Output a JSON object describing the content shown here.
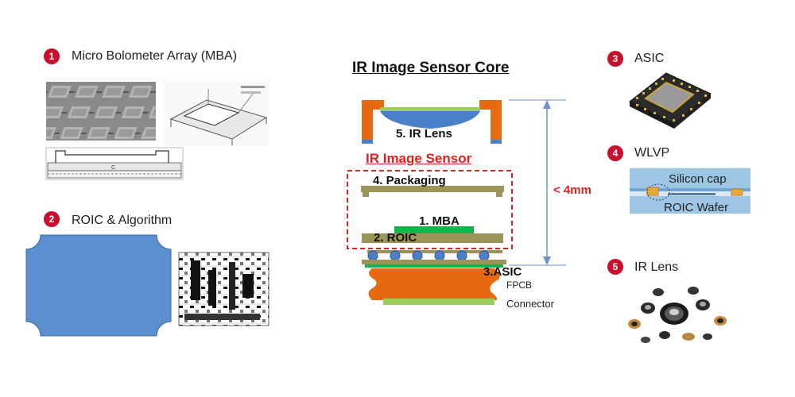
{
  "colors": {
    "badge_red": "#c8102e",
    "sensor_red": "#e0201e",
    "orange": "#e66a12",
    "lens_blue": "#4a80c8",
    "olive": "#9b9559",
    "mba_green": "#19b34a",
    "pad_light_green": "#9ccf5a",
    "dim_blue": "#6d93c9",
    "roic_square_blue": "#5b8fd0"
  },
  "left": {
    "mba": {
      "number": "1",
      "label": "Micro Bolometer Array (MBA)"
    },
    "roic": {
      "number": "2",
      "label": "ROIC & Algorithm"
    }
  },
  "center": {
    "title": "IR Image Sensor Core",
    "sensor_title": "IR Image Sensor",
    "lens_label": "5. IR Lens",
    "packaging_label": "4. Packaging",
    "mba_label": "1. MBA",
    "roic_label": "2. ROIC",
    "asic_label": "3.ASIC",
    "fpcb_label": "FPCB",
    "connector_label": "Connector",
    "height_label": "< 4mm"
  },
  "right": {
    "asic": {
      "number": "3",
      "label": "ASIC"
    },
    "wlvp": {
      "number": "4",
      "label": "WLVP",
      "silicon_cap": "Silicon cap",
      "roic_wafer": "ROIC Wafer"
    },
    "ir_lens": {
      "number": "5",
      "label": "IR Lens"
    }
  },
  "icons": [
    "sem-micrograph-image",
    "bolometer-schematic-image",
    "cross-section-image",
    "roic-die-square",
    "circuit-layout-image",
    "asic-chip-image",
    "wlvp-cross-section-image",
    "ir-lens-photo-image"
  ]
}
